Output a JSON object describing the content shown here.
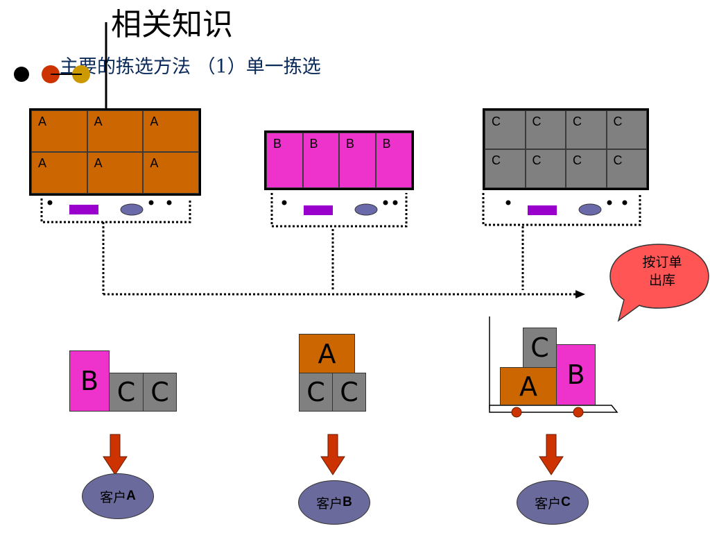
{
  "title": "相关知识",
  "subtitle": "主要的拣选方法 （1）单一拣选",
  "racks": {
    "a": [
      "A",
      "A",
      "A",
      "A",
      "A",
      "A"
    ],
    "b": [
      "B",
      "B",
      "B",
      "B"
    ],
    "c": [
      "C",
      "C",
      "C",
      "C",
      "C",
      "C",
      "C",
      "C"
    ]
  },
  "callout": {
    "line1": "按订单",
    "line2": "出库"
  },
  "orders": {
    "customer_a": {
      "boxes": [
        "B",
        "C",
        "C"
      ],
      "prefix": "客户",
      "letter": "A"
    },
    "customer_b": {
      "boxes": [
        "A",
        "C",
        "C"
      ],
      "prefix": "客户",
      "letter": "B"
    },
    "customer_c": {
      "boxes": [
        "C",
        "A",
        "B"
      ],
      "prefix": "客户",
      "letter": "C"
    }
  },
  "colors": {
    "orange": "#cc6600",
    "pink": "#ee33cc",
    "gray": "#808080",
    "purple": "#9900cc",
    "customer_fill": "#6a6a9c",
    "callout_fill": "#ff5555",
    "arrow_fill": "#cc3300"
  }
}
